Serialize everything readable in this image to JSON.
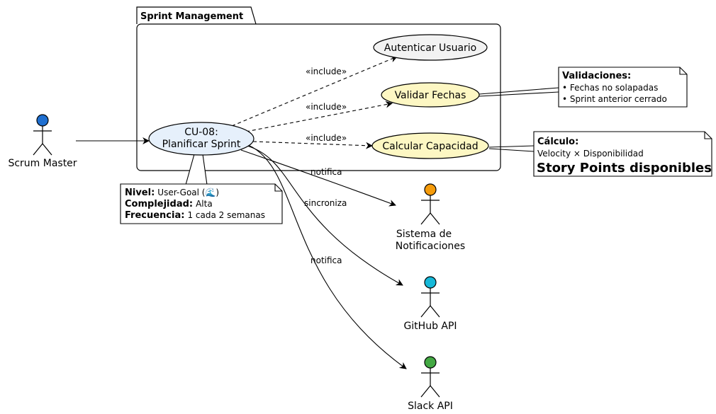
{
  "package": {
    "title": "Sprint Management"
  },
  "use_cases": {
    "main": {
      "line1": "CU-08:",
      "line2": "Planificar Sprint",
      "fill": "#e6f0fb"
    },
    "auth": {
      "label": "Autenticar Usuario",
      "fill": "#f2f2f2"
    },
    "fechas": {
      "label": "Validar Fechas",
      "fill": "#fdf7c3"
    },
    "capacidad": {
      "label": "Calcular Capacidad",
      "fill": "#fdf7c3"
    }
  },
  "actors": {
    "scrum_master": {
      "label": "Scrum Master",
      "color": "#1f6fd0"
    },
    "notificaciones": {
      "line1": "Sistema de",
      "line2": "Notificaciones",
      "color": "#f59b0b"
    },
    "github": {
      "label": "GitHub API",
      "color": "#16b8d8"
    },
    "slack": {
      "label": "Slack API",
      "color": "#43a843"
    }
  },
  "relations": {
    "include_auth": "«include»",
    "include_fechas": "«include»",
    "include_capacidad": "«include»",
    "notif_1": "notifica",
    "sync": "sincroniza",
    "notif_2": "notifica"
  },
  "notes": {
    "validaciones": {
      "title": "Validaciones:",
      "items": [
        "• Fechas no solapadas",
        "• Sprint anterior cerrado"
      ]
    },
    "calculo": {
      "title": "Cálculo:",
      "formula": "Velocity × Disponibilidad",
      "result": "Story Points disponibles"
    },
    "meta": {
      "nivel_key": "Nivel:",
      "nivel_val": "User-Goal (🌊)",
      "complejidad_key": "Complejidad:",
      "complejidad_val": "Alta",
      "frecuencia_key": "Frecuencia:",
      "frecuencia_val": "1 cada 2 semanas"
    }
  }
}
